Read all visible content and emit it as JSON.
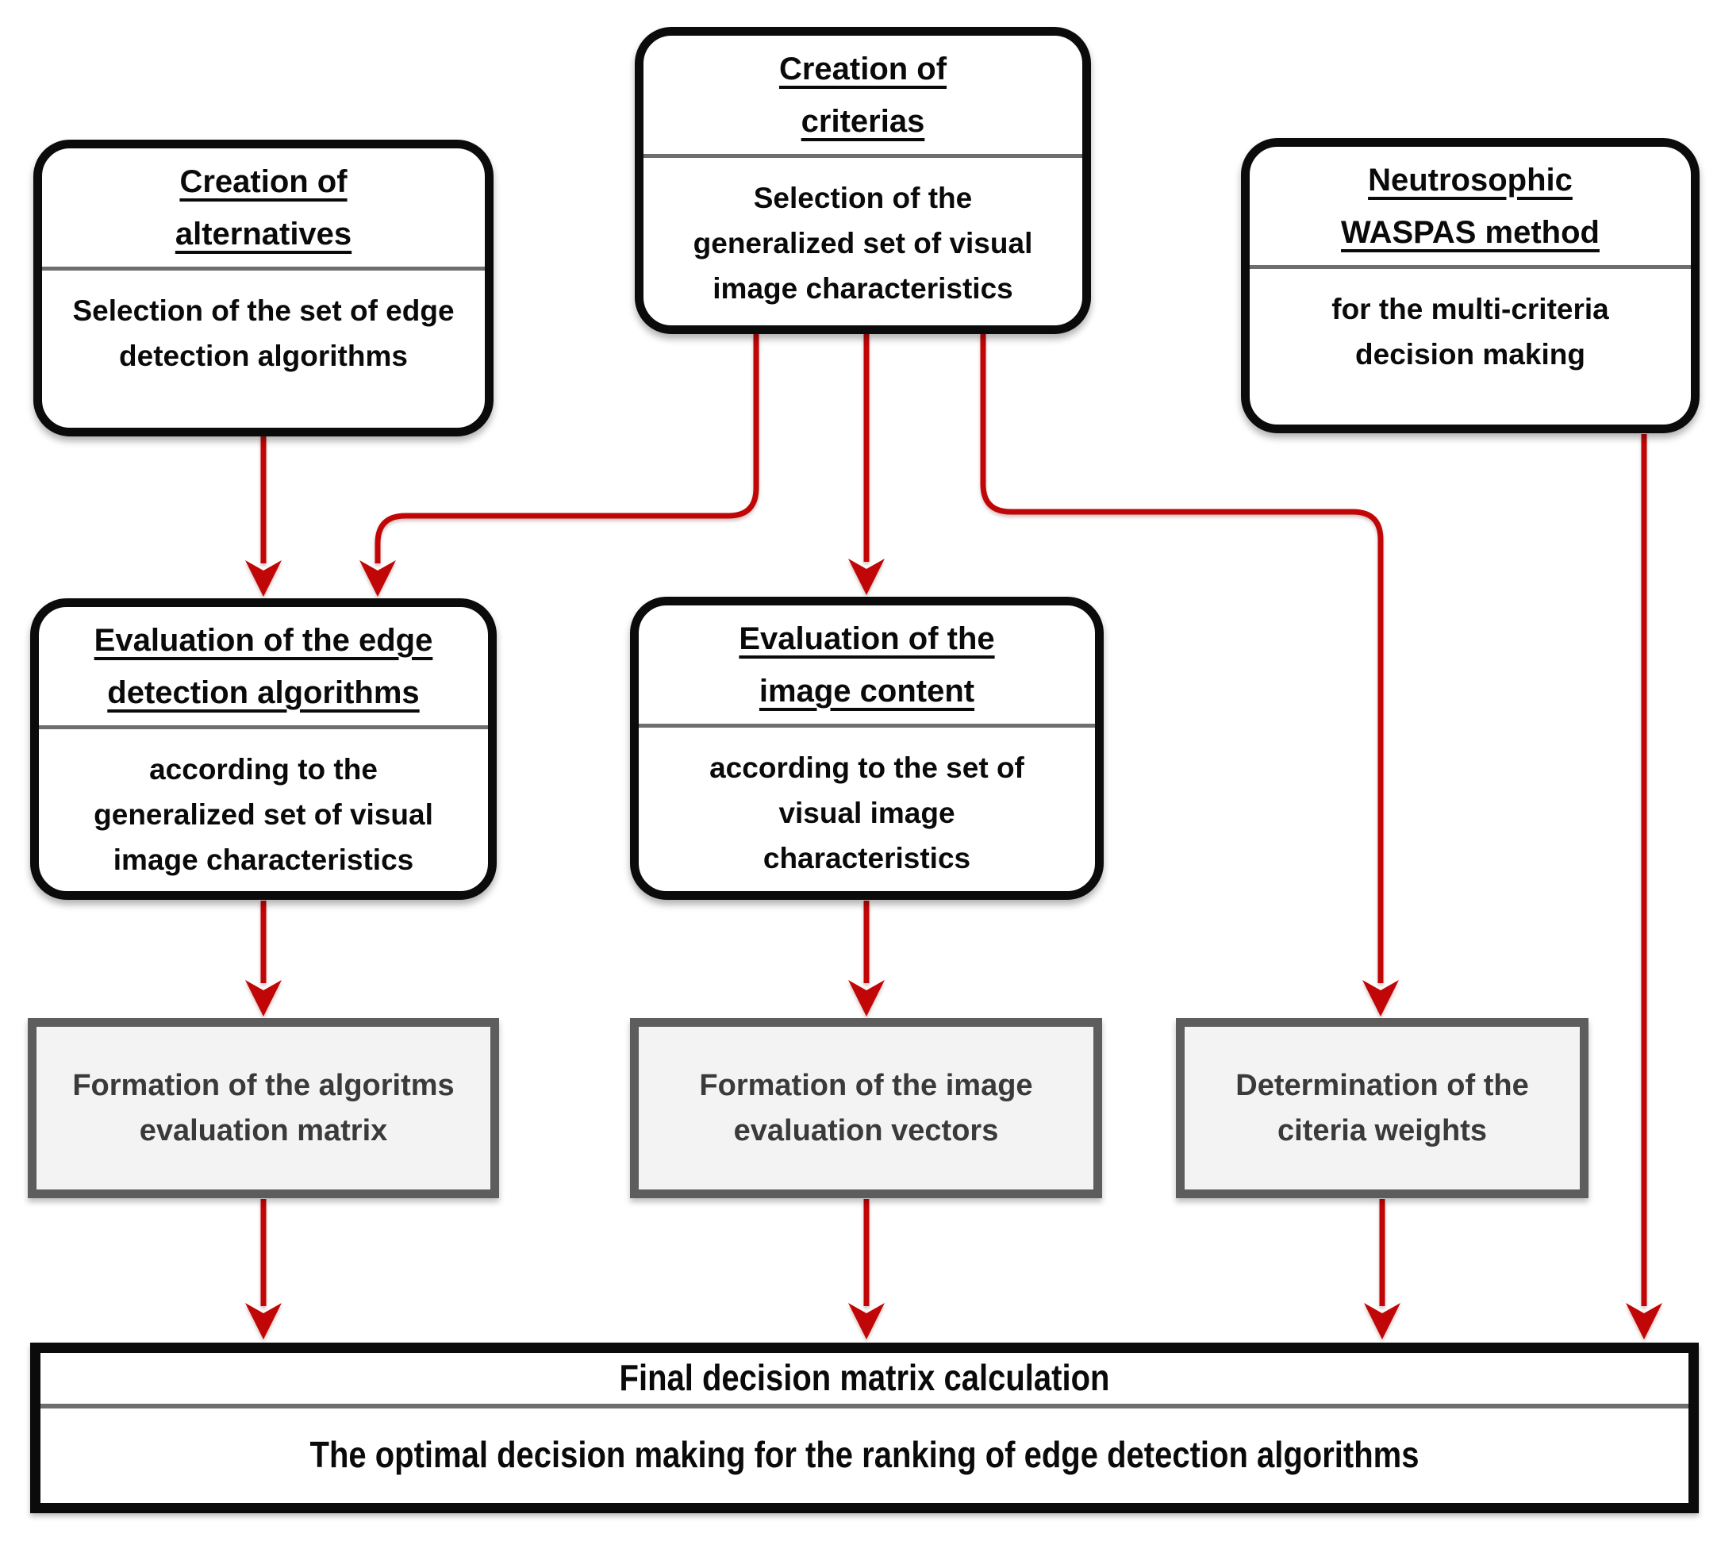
{
  "colors": {
    "arrow": "#c00606",
    "box_border": "#0b0b0b",
    "divider": "#6e6e6e",
    "gray_border": "#5d5d5d",
    "gray_fill": "#f3f3f3",
    "gray_text": "#3a3a3a",
    "background": "#ffffff"
  },
  "boxes": {
    "creation_alternatives": {
      "title1": "Creation of",
      "title2": "alternatives",
      "body1": "Selection of the set of edge",
      "body2": "detection algorithms"
    },
    "creation_criterias": {
      "title1": "Creation of",
      "title2": "criterias",
      "body1": "Selection of the",
      "body2": "generalized set of visual",
      "body3": "image characteristics"
    },
    "neutrosophic_waspas": {
      "title1": "Neutrosophic",
      "title2": "WASPAS method",
      "body1": "for the multi-criteria",
      "body2": "decision making"
    },
    "evaluation_algorithms": {
      "title1": "Evaluation of the edge",
      "title2": "detection algorithms",
      "body1": "according to the",
      "body2": "generalized set of visual",
      "body3": "image characteristics"
    },
    "evaluation_image_content": {
      "title1": "Evaluation of the",
      "title2": "image content",
      "body1": "according to the set of",
      "body2": "visual image",
      "body3": "characteristics"
    },
    "algorithms_matrix": {
      "line1": "Formation of the algoritms",
      "line2": "evaluation matrix"
    },
    "image_vectors": {
      "line1": "Formation of the image",
      "line2": "evaluation vectors"
    },
    "criteria_weights": {
      "line1": "Determination of the",
      "line2": "citeria weights"
    },
    "final": {
      "title": "Final decision matrix calculation",
      "body": "The optimal decision making for the ranking of edge detection algorithms"
    }
  },
  "edges": [
    {
      "from": "creation_alternatives",
      "to": "evaluation_algorithms"
    },
    {
      "from": "creation_criterias",
      "to": "evaluation_algorithms"
    },
    {
      "from": "creation_criterias",
      "to": "evaluation_image_content"
    },
    {
      "from": "creation_criterias",
      "to": "criteria_weights"
    },
    {
      "from": "neutrosophic_waspas",
      "to": "final"
    },
    {
      "from": "evaluation_algorithms",
      "to": "algorithms_matrix"
    },
    {
      "from": "evaluation_image_content",
      "to": "image_vectors"
    },
    {
      "from": "algorithms_matrix",
      "to": "final"
    },
    {
      "from": "image_vectors",
      "to": "final"
    },
    {
      "from": "criteria_weights",
      "to": "final"
    }
  ]
}
